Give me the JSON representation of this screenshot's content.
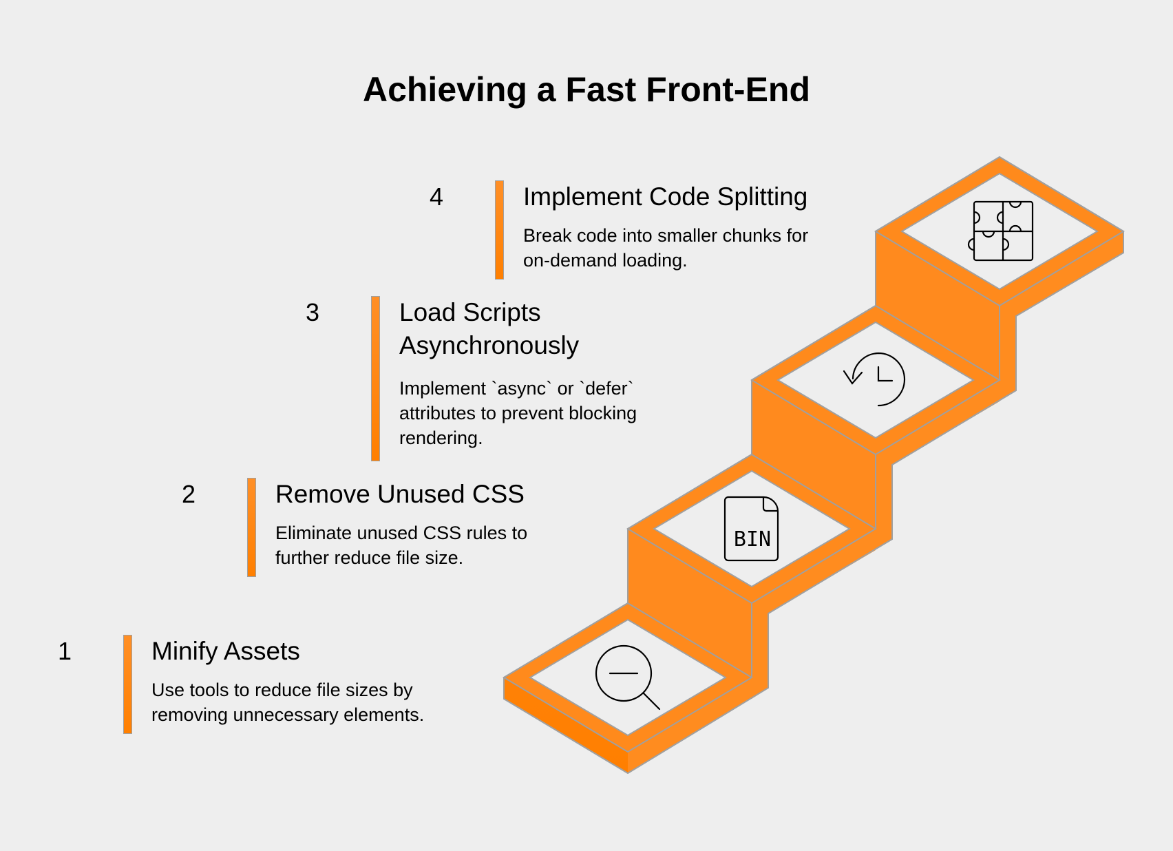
{
  "title": "Achieving a Fast Front-End",
  "colors": {
    "accent": "#ff8c1f",
    "accent_dark": "#ff7f00",
    "outline": "#a0a0a0",
    "background": "#eeeeee"
  },
  "steps": [
    {
      "number": "1",
      "title": "Minify Assets",
      "title_lines": [
        "Minify Assets"
      ],
      "description_lines": [
        "Use tools to reduce file sizes by",
        "removing unnecessary elements."
      ],
      "icon": "magnifier-minus-icon"
    },
    {
      "number": "2",
      "title": "Remove Unused CSS",
      "title_lines": [
        "Remove Unused CSS"
      ],
      "description_lines": [
        "Eliminate unused CSS rules to",
        "further reduce file size."
      ],
      "icon": "binary-file-icon",
      "icon_label": "BIN"
    },
    {
      "number": "3",
      "title": "Load Scripts Asynchronously",
      "title_lines": [
        "Load Scripts",
        "Asynchronously"
      ],
      "description_lines": [
        "Implement `async` or `defer`",
        "attributes to prevent blocking",
        "rendering."
      ],
      "icon": "history-clock-icon"
    },
    {
      "number": "4",
      "title": "Implement Code Splitting",
      "title_lines": [
        "Implement Code Splitting"
      ],
      "description_lines": [
        "Break code into smaller chunks for",
        "on-demand loading."
      ],
      "icon": "puzzle-icon"
    }
  ]
}
